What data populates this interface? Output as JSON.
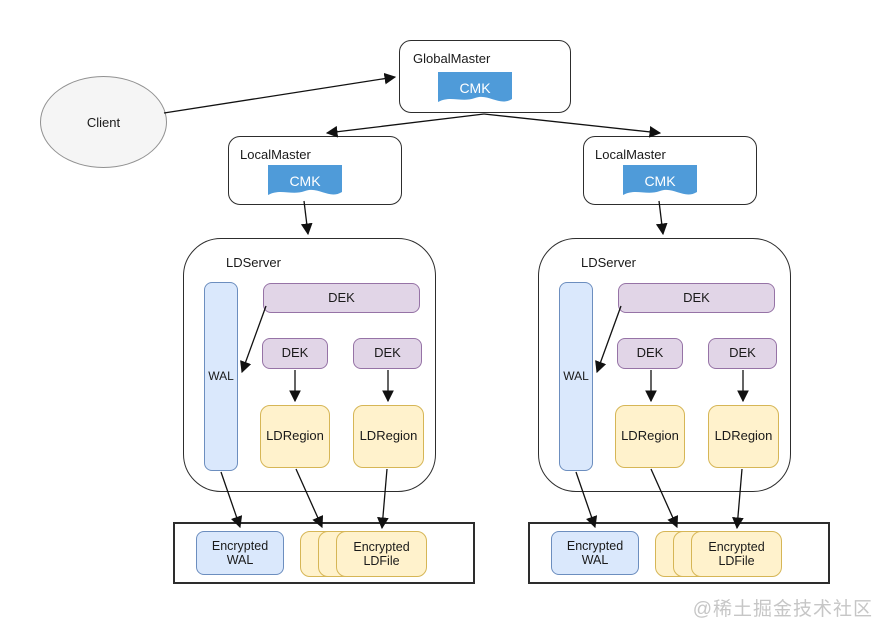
{
  "colors": {
    "doc-blue": "#4f9bd9",
    "blue-fill": "#dae8fc",
    "blue-stroke": "#6c8ebf",
    "purple-fill": "#e1d5e7",
    "purple-stroke": "#9673a6",
    "yellow-fill": "#fff2cc",
    "yellow-stroke": "#d6b656",
    "ellipse-fill": "#f5f5f5",
    "ellipse-stroke": "#919191",
    "container-stroke": "#2d2d2d",
    "arrow": "#111111",
    "watermark": "#c6c6c6",
    "text": "#1a1a1a"
  },
  "client": {
    "label": "Client"
  },
  "global_master": {
    "title": "GlobalMaster",
    "key": "CMK"
  },
  "local_masters": [
    {
      "title": "LocalMaster",
      "key": "CMK"
    },
    {
      "title": "LocalMaster",
      "key": "CMK"
    }
  ],
  "ld_servers": [
    {
      "title": "LDServer",
      "wal": "WAL",
      "dek_main": "DEK",
      "dek_1": "DEK",
      "dek_2": "DEK",
      "region_1": "LDRegion",
      "region_2": "LDRegion"
    },
    {
      "title": "LDServer",
      "wal": "WAL",
      "dek_main": "DEK",
      "dek_1": "DEK",
      "dek_2": "DEK",
      "region_1": "LDRegion",
      "region_2": "LDRegion"
    }
  ],
  "storage": [
    {
      "encrypted_wal": "Encrypted WAL",
      "encrypted_ldfile": "Encrypted LDFile"
    },
    {
      "encrypted_wal": "Encrypted WAL",
      "encrypted_ldfile": "Encrypted LDFile"
    }
  ],
  "watermark": "@稀土掘金技术社区"
}
